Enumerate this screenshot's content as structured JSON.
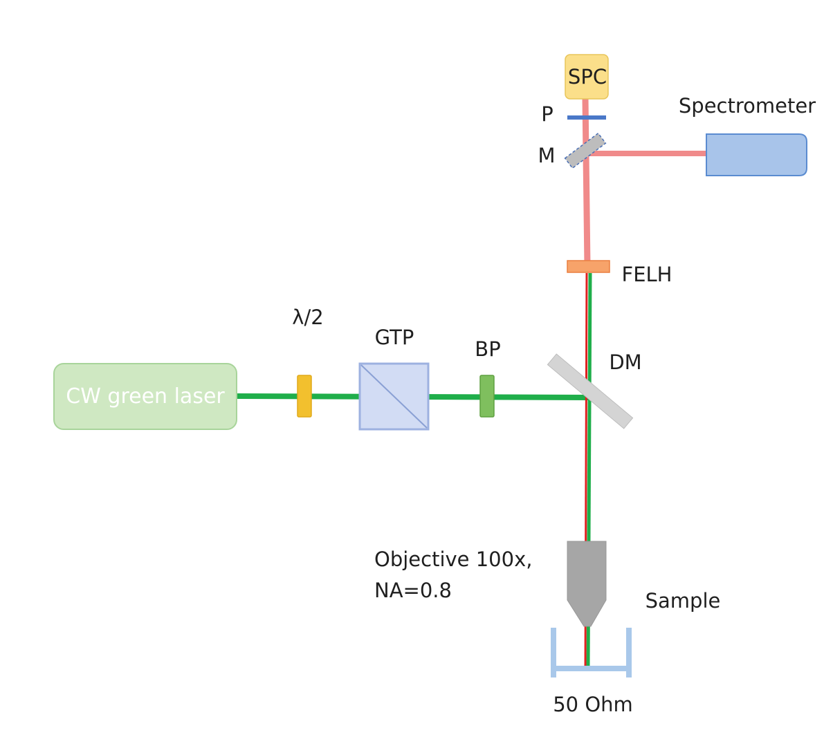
{
  "labels": {
    "spc": "SPC",
    "p": "P",
    "m": "M",
    "spectrometer": "Spectrometer",
    "felh": "FELH",
    "half_wave": "λ/2",
    "gtp": "GTP",
    "bp": "BP",
    "dm": "DM",
    "laser": "CW green laser",
    "objective_line1": "Objective 100x,",
    "objective_line2": "NA=0.8",
    "sample": "Sample",
    "ohm": "50 Ohm"
  },
  "colors": {
    "green_beam": "#1fae4a",
    "red_beam": "#e02020",
    "pink_beam": "#f08a8a",
    "laser_fill": "#cfe8c2",
    "laser_stroke": "#a8d49a",
    "waveplate": "#f2c02e",
    "gtp_fill": "#d2dcf4",
    "gtp_stroke": "#9db1e0",
    "bp_fill": "#7fbf5e",
    "dm_fill": "#d4d4d4",
    "felh_fill": "#f7a36a",
    "polarizer": "#4a78c8",
    "mirror_fill": "#bdbdbd",
    "spc_fill": "#fbdf8a",
    "spectrometer_fill": "#a8c4ea",
    "spectrometer_stroke": "#5a8bd0",
    "objective_fill": "#a6a6a6",
    "holder": "#a9c8ea"
  }
}
